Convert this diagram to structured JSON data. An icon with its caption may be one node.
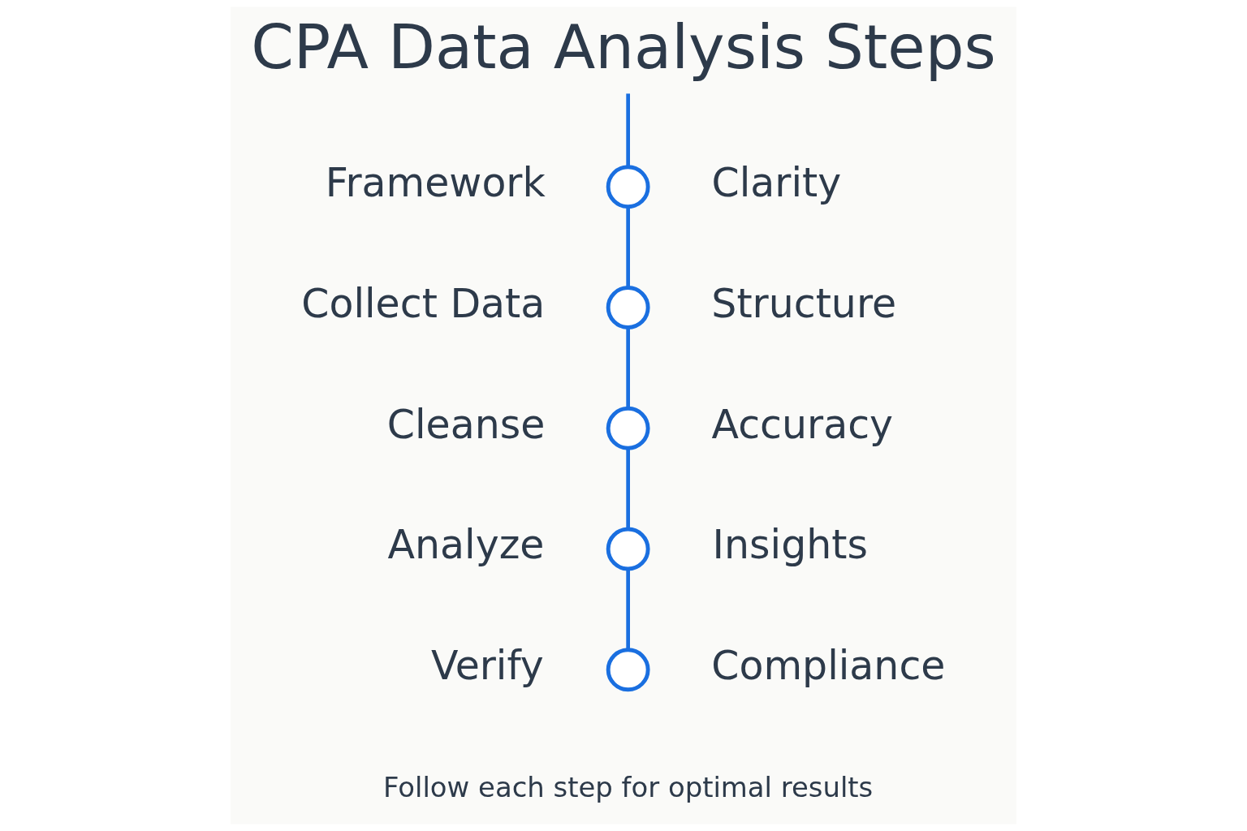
{
  "diagram": {
    "title": "CPA Data Analysis Steps",
    "caption": "Follow each step for optimal results",
    "nodes": [
      {
        "text": [],
        "shape": "circle",
        "beside": [
          "Framework",
          "Clarity"
        ]
      },
      {
        "text": [],
        "shape": "circle",
        "beside": [
          "Collect Data",
          "Structure"
        ]
      },
      {
        "text": [],
        "shape": "circle",
        "beside": [
          "Cleanse",
          "Accuracy"
        ]
      },
      {
        "text": [],
        "shape": "circle",
        "beside": [
          "Analyze",
          "Insights"
        ]
      },
      {
        "text": [],
        "shape": "circle",
        "beside": [
          "Verify",
          "Compliance"
        ]
      }
    ],
    "edges": [
      {
        "from": null,
        "to": 0,
        "arrow": "none"
      },
      {
        "from": 0,
        "to": 1,
        "arrow": "none"
      },
      {
        "from": 1,
        "to": 2,
        "arrow": "none"
      },
      {
        "from": 2,
        "to": 3,
        "arrow": "none"
      },
      {
        "from": 3,
        "to": 4,
        "arrow": "none"
      }
    ]
  }
}
